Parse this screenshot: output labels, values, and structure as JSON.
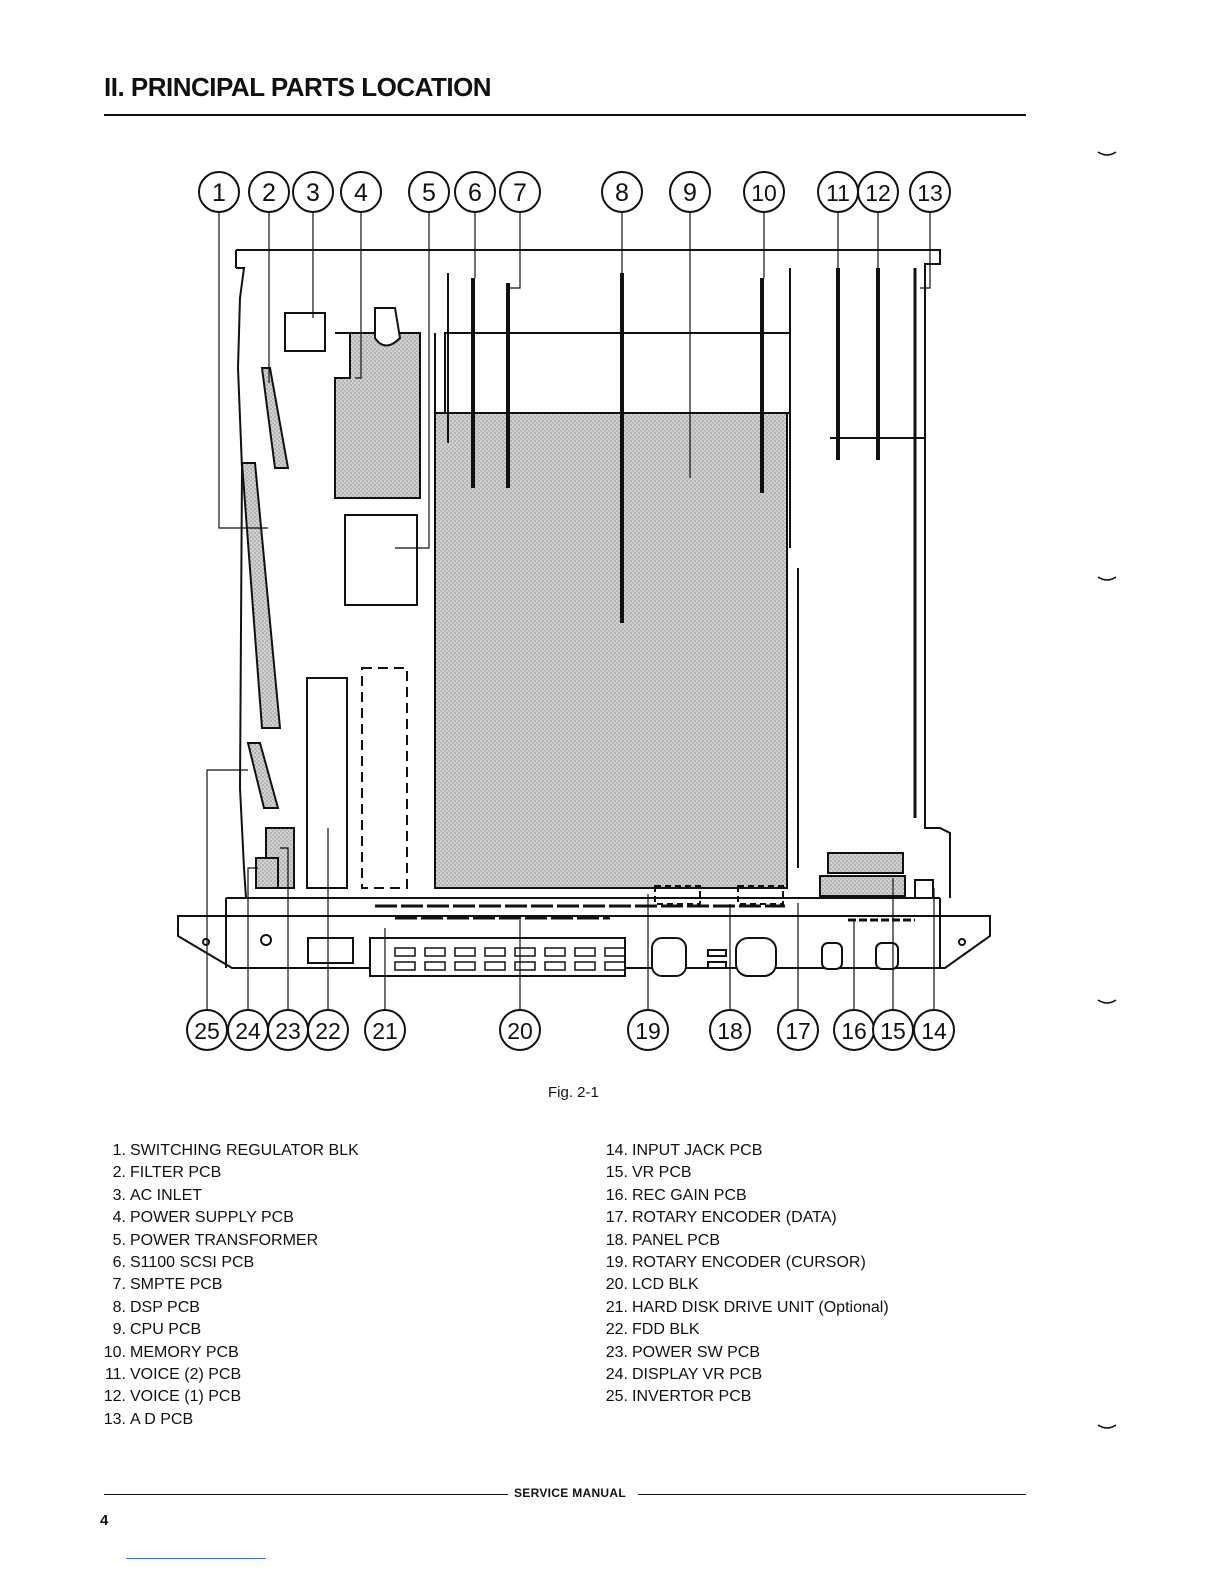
{
  "header": {
    "title": "II. PRINCIPAL PARTS LOCATION"
  },
  "figure": {
    "caption": "Fig. 2-1",
    "callouts_top": [
      "1",
      "2",
      "3",
      "4",
      "5",
      "6",
      "7",
      "8",
      "9",
      "10",
      "11",
      "12",
      "13"
    ],
    "callouts_bottom": [
      "25",
      "24",
      "23",
      "22",
      "21",
      "20",
      "19",
      "18",
      "17",
      "16",
      "15",
      "14"
    ]
  },
  "parts_col1": [
    {
      "num": "1.",
      "label": "SWITCHING REGULATOR BLK"
    },
    {
      "num": "2.",
      "label": "FILTER PCB"
    },
    {
      "num": "3.",
      "label": "AC INLET"
    },
    {
      "num": "4.",
      "label": "POWER SUPPLY PCB"
    },
    {
      "num": "5.",
      "label": "POWER TRANSFORMER"
    },
    {
      "num": "6.",
      "label": "S1100 SCSI PCB"
    },
    {
      "num": "7.",
      "label": "SMPTE PCB"
    },
    {
      "num": "8.",
      "label": "DSP PCB"
    },
    {
      "num": "9.",
      "label": "CPU PCB"
    },
    {
      "num": "10.",
      "label": "MEMORY PCB"
    },
    {
      "num": "11.",
      "label": "VOICE (2) PCB"
    },
    {
      "num": "12.",
      "label": "VOICE (1) PCB"
    },
    {
      "num": "13.",
      "label": "A D PCB"
    }
  ],
  "parts_col2": [
    {
      "num": "14.",
      "label": "INPUT JACK PCB"
    },
    {
      "num": "15.",
      "label": "VR PCB"
    },
    {
      "num": "16.",
      "label": "REC GAIN PCB"
    },
    {
      "num": "17.",
      "label": "ROTARY ENCODER (DATA)"
    },
    {
      "num": "18.",
      "label": "PANEL PCB"
    },
    {
      "num": "19.",
      "label": "ROTARY ENCODER (CURSOR)"
    },
    {
      "num": "20.",
      "label": "LCD BLK"
    },
    {
      "num": "21.",
      "label": "HARD DISK DRIVE UNIT (Optional)"
    },
    {
      "num": "22.",
      "label": "FDD BLK"
    },
    {
      "num": "23.",
      "label": "POWER SW PCB"
    },
    {
      "num": "24.",
      "label": "DISPLAY VR PCB"
    },
    {
      "num": "25.",
      "label": "INVERTOR PCB"
    }
  ],
  "footer": {
    "label": "SERVICE MANUAL",
    "page": "4"
  }
}
